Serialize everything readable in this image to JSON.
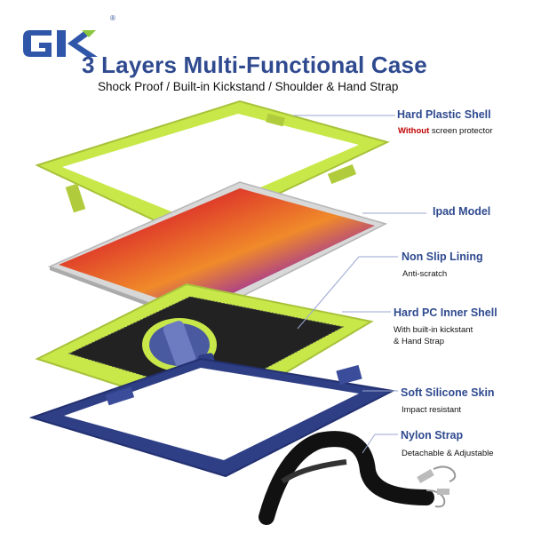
{
  "brand": {
    "logo_text": "GK",
    "registered_mark": "®"
  },
  "header": {
    "title": "3 Layers Multi-Functional Case",
    "subtitle": "Shock Proof / Built-in Kickstand / Shoulder & Hand Strap"
  },
  "features": [
    {
      "name": "Hard Plastic Shell",
      "desc_emphasis": "Without",
      "desc": " screen protector"
    },
    {
      "name": "Ipad Model"
    },
    {
      "name": "Non Slip Lining",
      "desc": "Anti-scratch"
    },
    {
      "name": "Hard PC Inner Shell",
      "desc_line1": "With built-in kickstant",
      "desc_line2": "& Hand Strap"
    },
    {
      "name": "Soft Silicone Skin",
      "desc": "Impact resistant"
    },
    {
      "name": "Nylon Strap",
      "desc": "Detachable & Adjustable"
    }
  ],
  "colors": {
    "accent": "#2f4a8f",
    "lime": "#c8e84a",
    "navy": "#2f3f86",
    "warning": "#c00000"
  }
}
